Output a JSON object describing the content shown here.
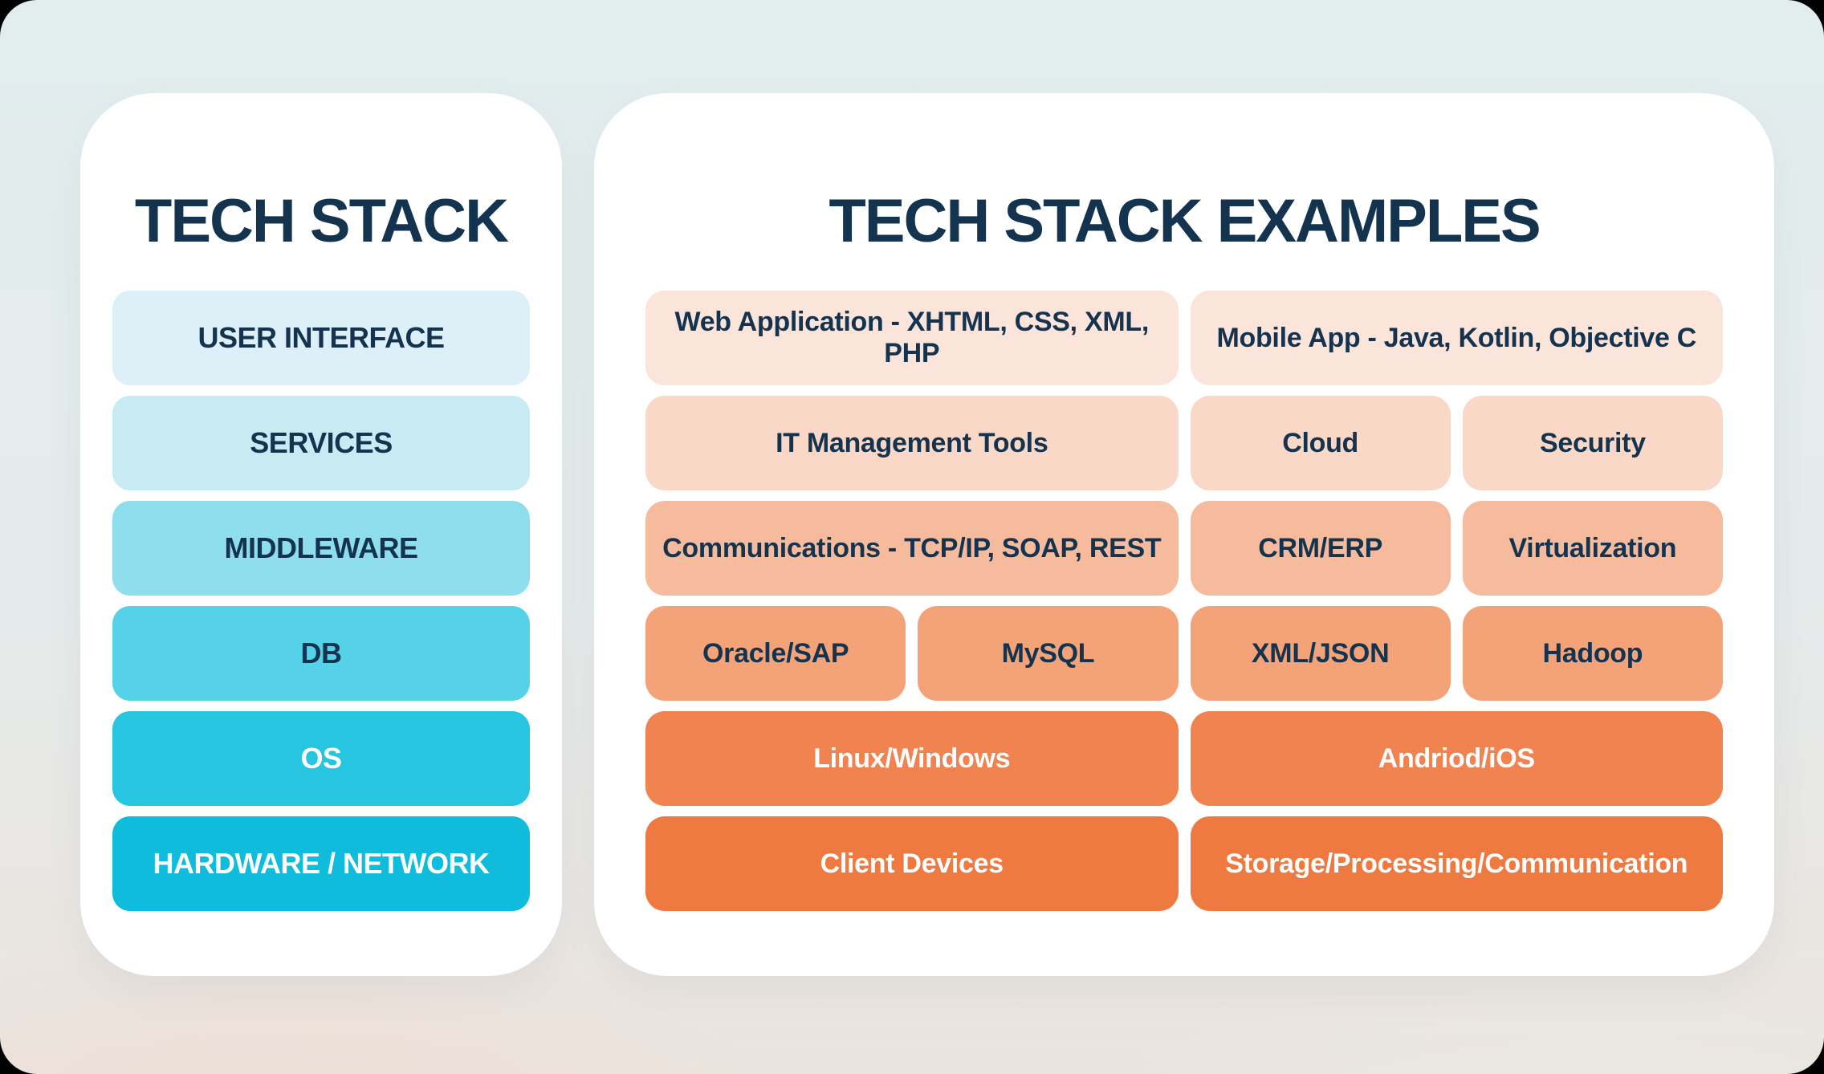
{
  "colors": {
    "title_text": "#14334f",
    "white_text": "#ffffff",
    "panel_bg": "#ffffff",
    "background_top": "#e2edee",
    "background_bottom_left": "#ece3dd",
    "background_bottom_right": "#e9eae6"
  },
  "left_panel": {
    "title": "TECH STACK",
    "layers": [
      {
        "label": "USER INTERFACE",
        "bg": "#def0f7",
        "fg": "#14334f"
      },
      {
        "label": "SERVICES",
        "bg": "#c7eaf3",
        "fg": "#14334f"
      },
      {
        "label": "MIDDLEWARE",
        "bg": "#8edeed",
        "fg": "#14334f"
      },
      {
        "label": "DB",
        "bg": "#55d2e7",
        "fg": "#14334f"
      },
      {
        "label": "OS",
        "bg": "#26c6e1",
        "fg": "#ffffff"
      },
      {
        "label": "HARDWARE / NETWORK",
        "bg": "#0fbcdc",
        "fg": "#ffffff"
      }
    ]
  },
  "right_panel": {
    "title": "TECH STACK EXAMPLES",
    "rows": [
      {
        "bg": "#fbe4da",
        "fg": "#14334f",
        "cells": [
          {
            "label": "Web Application - XHTML, CSS, XML, PHP",
            "span": 2
          },
          {
            "label": "Mobile App - Java, Kotlin, Objective C",
            "span": 2
          }
        ]
      },
      {
        "bg": "#fad8c7",
        "fg": "#14334f",
        "cells": [
          {
            "label": "IT Management Tools",
            "span": 2
          },
          {
            "label": "Cloud",
            "span": 1
          },
          {
            "label": "Security",
            "span": 1
          }
        ]
      },
      {
        "bg": "#f6bb9d",
        "fg": "#14334f",
        "cells": [
          {
            "label": "Communications - TCP/IP, SOAP, REST",
            "span": 2
          },
          {
            "label": "CRM/ERP",
            "span": 1
          },
          {
            "label": "Virtualization",
            "span": 1
          }
        ]
      },
      {
        "bg": "#f4a379",
        "fg": "#14334f",
        "cells": [
          {
            "label": "Oracle/SAP",
            "span": 1
          },
          {
            "label": "MySQL",
            "span": 1
          },
          {
            "label": "XML/JSON",
            "span": 1
          },
          {
            "label": "Hadoop",
            "span": 1
          }
        ]
      },
      {
        "bg": "#f08350",
        "fg": "#ffffff",
        "cells": [
          {
            "label": "Linux/Windows",
            "span": 2
          },
          {
            "label": "Andriod/iOS",
            "span": 2
          }
        ]
      },
      {
        "bg": "#ee7a41",
        "fg": "#ffffff",
        "cells": [
          {
            "label": "Client Devices",
            "span": 2
          },
          {
            "label": "Storage/Processing/Communication",
            "span": 2
          }
        ]
      }
    ]
  }
}
